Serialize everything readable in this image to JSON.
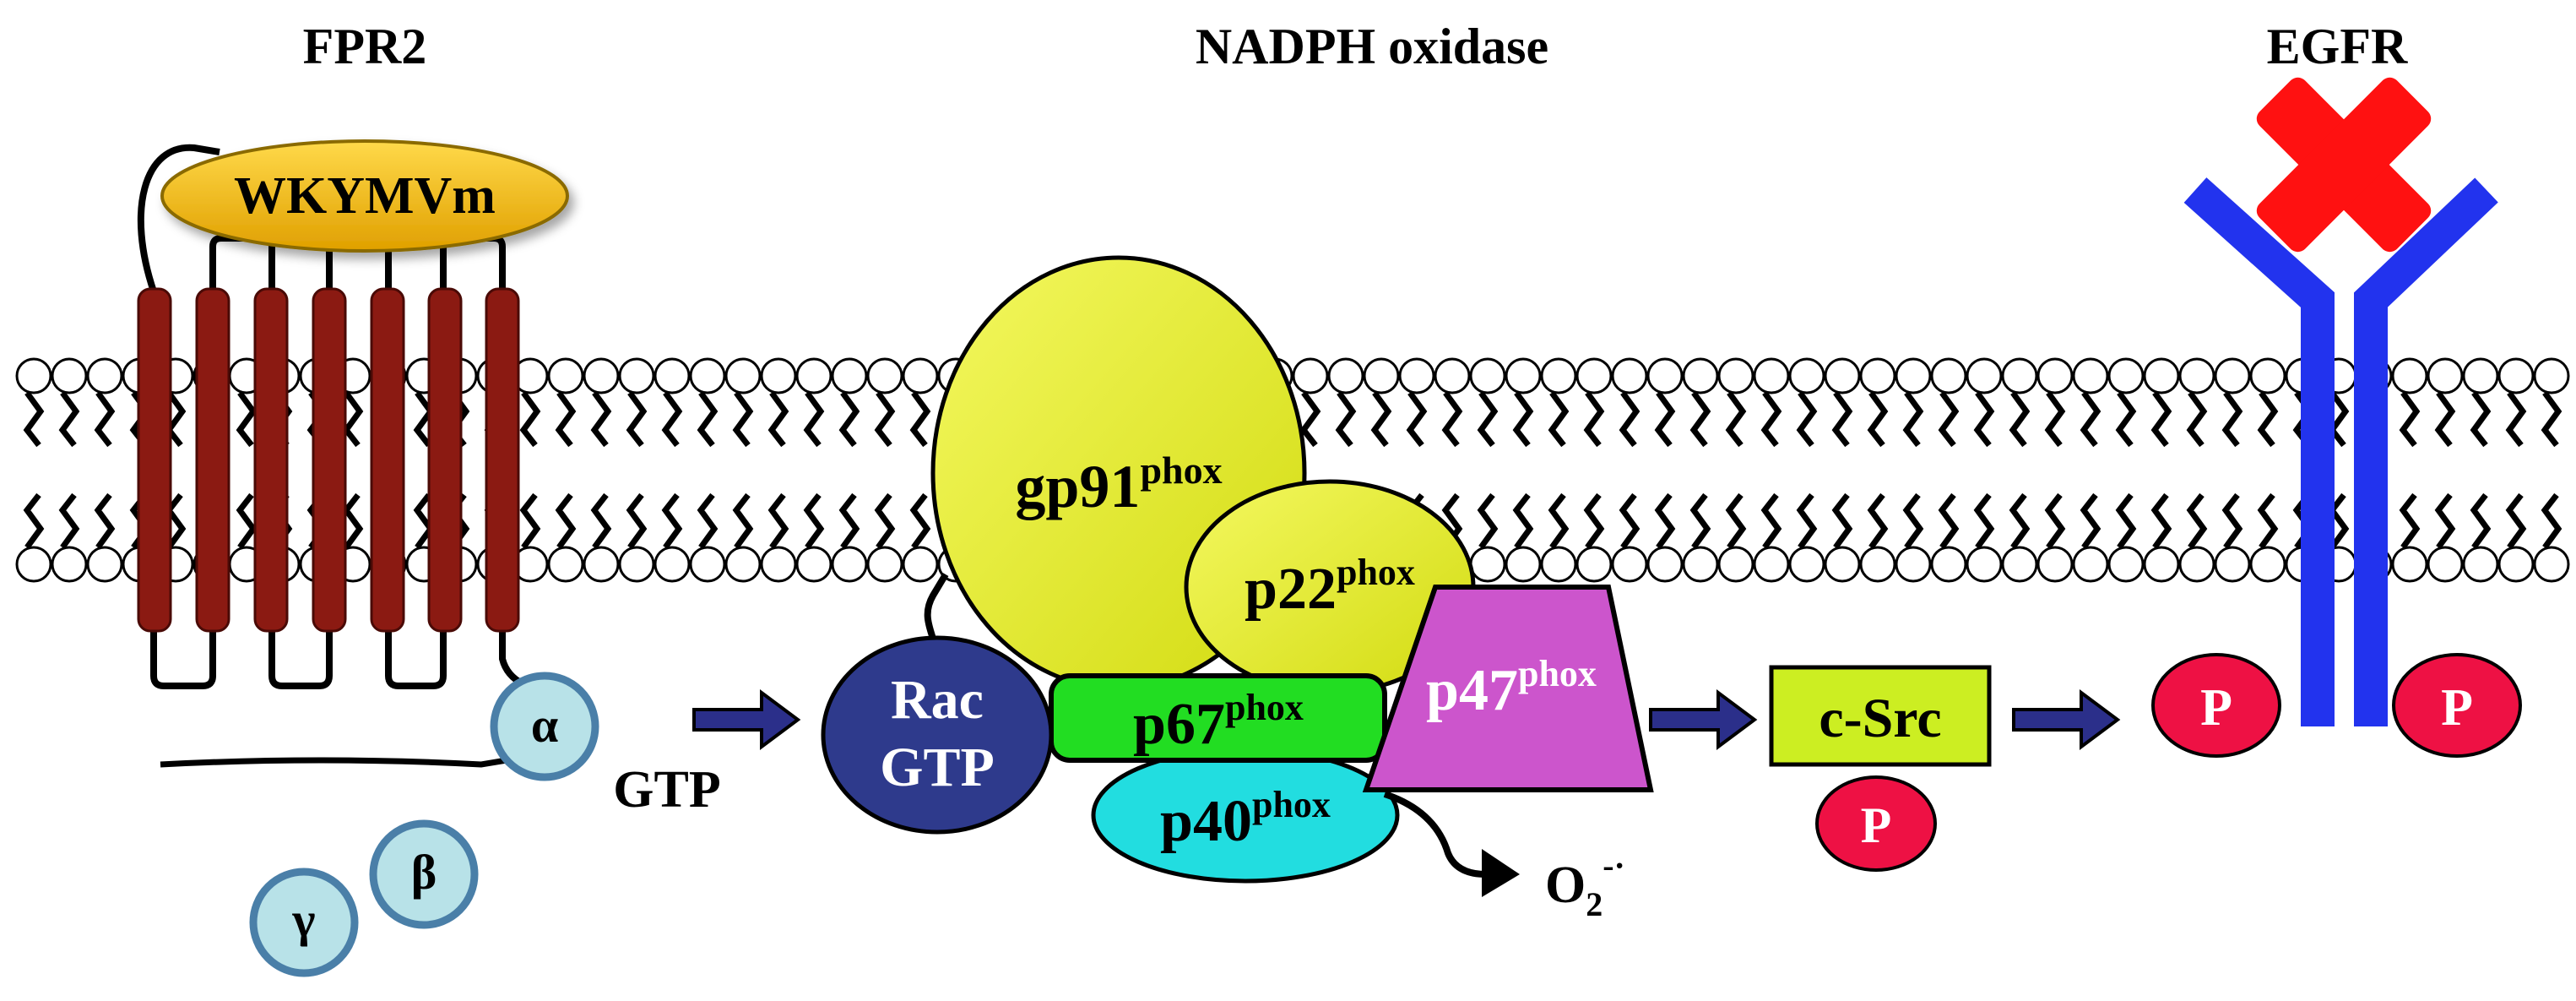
{
  "headings": {
    "fpr2": "FPR2",
    "nadph_oxidase": "NADPH oxidase",
    "egfr": "EGFR"
  },
  "ligand": "WKYMVm",
  "g_protein": {
    "alpha": "α",
    "beta": "β",
    "gamma": "γ",
    "gtp": "GTP"
  },
  "rac": {
    "line1": "Rac",
    "line2": "GTP"
  },
  "subunits": {
    "gp91": {
      "name": "gp91",
      "sup": "phox"
    },
    "p22": {
      "name": "p22",
      "sup": "phox"
    },
    "p67": {
      "name": "p67",
      "sup": "phox"
    },
    "p47": {
      "name": "p47",
      "sup": "phox"
    },
    "p40": {
      "name": "p40",
      "sup": "phox"
    }
  },
  "superoxide": {
    "base": "O",
    "sub": "2",
    "sup": "-·"
  },
  "csrc": "c-Src",
  "phospho": "P",
  "colors": {
    "receptor": "#8b1a12",
    "ligand": "#f5b800",
    "g_protein": "#b8e2e8",
    "g_protein_border": "#4a7fa8",
    "rac": "#2e3a8c",
    "gp91": "#e8ef2a",
    "p67": "#22dd22",
    "p47": "#cc55cc",
    "p40": "#22dde0",
    "csrc": "#ccee22",
    "phospho": "#ee1144",
    "egfr": "#2233ee",
    "inhibit": "#ff1111",
    "arrow": "#2b2f8a"
  }
}
